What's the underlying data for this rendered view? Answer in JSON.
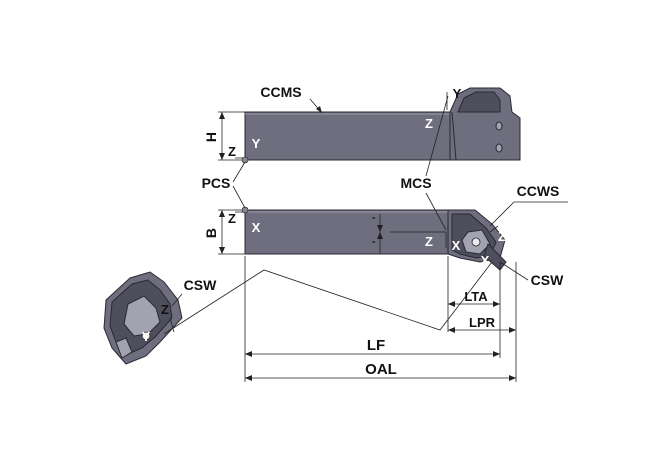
{
  "labels": {
    "ccms": "CCMS",
    "mcs": "MCS",
    "pcs": "PCS",
    "ccws": "CCWS",
    "csw_left": "CSW",
    "csw_right": "CSW",
    "h": "H",
    "b": "B",
    "lta": "LTA",
    "lpr": "LPR",
    "lf": "LF",
    "oal": "OAL"
  },
  "axes": {
    "top_y_head": "Y",
    "top_z_head": "Z",
    "top_z_pcs": "Z",
    "top_y_pcs": "Y",
    "plan_z_pcs": "Z",
    "plan_x_pcs": "X",
    "plan_z_mcs": "Z",
    "plan_x_mcs": "X",
    "plan_z_ccws": "Z",
    "plan_x_ccws": "X",
    "detail_z": "Z",
    "detail_y": "Y"
  },
  "marks": {
    "tick_a": "\"",
    "tick_b": "\""
  },
  "colors": {
    "body": "#6e6e7e",
    "dark": "#4e4e5c",
    "light": "#a2a2b0",
    "line": "#222222"
  }
}
